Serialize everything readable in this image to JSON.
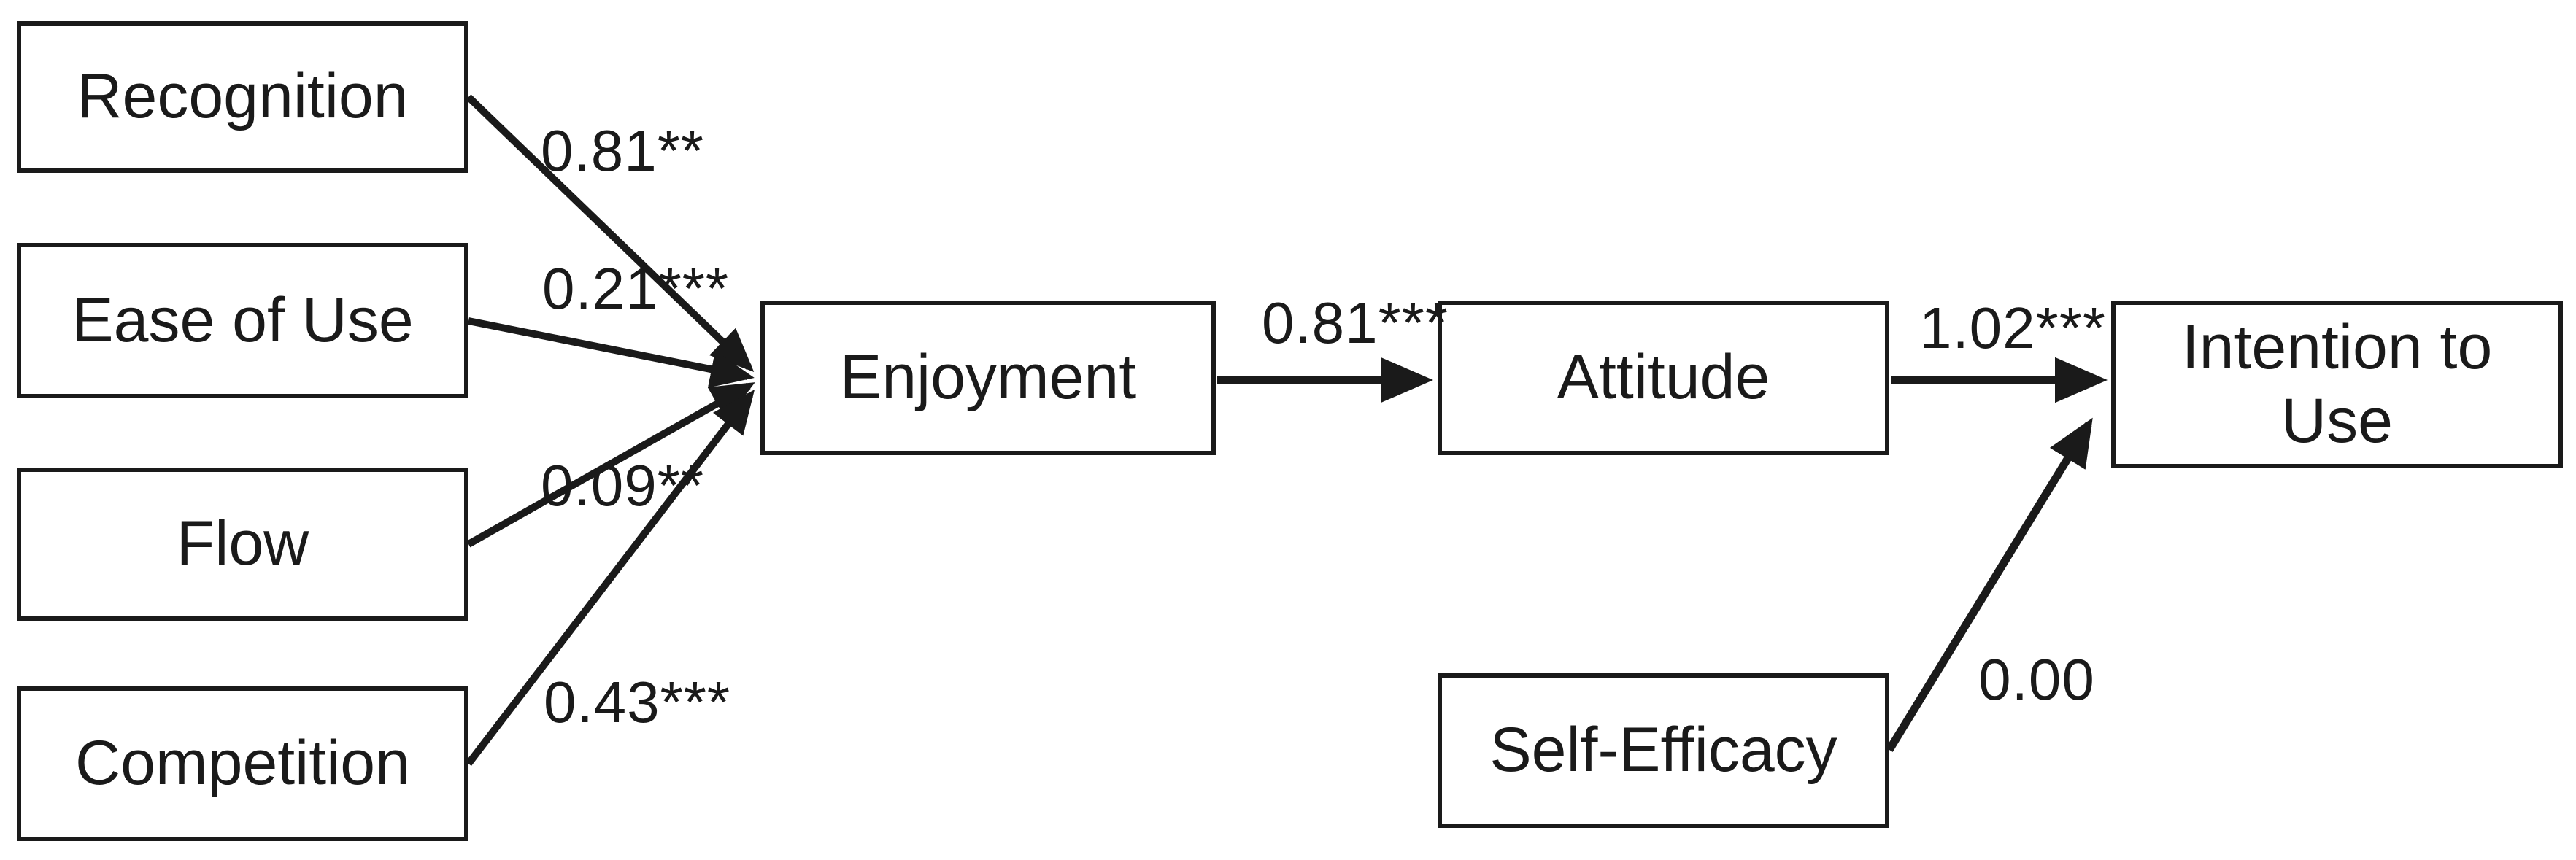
{
  "diagram": {
    "background_color": "#ffffff",
    "line_color": "#1a1a1a",
    "nodes": [
      {
        "id": "recognition",
        "label": "Recognition"
      },
      {
        "id": "ease-of-use",
        "label": "Ease of Use"
      },
      {
        "id": "flow",
        "label": "Flow"
      },
      {
        "id": "competition",
        "label": "Competition"
      },
      {
        "id": "enjoyment",
        "label": "Enjoyment"
      },
      {
        "id": "attitude",
        "label": "Attitude"
      },
      {
        "id": "intention-to-use",
        "label": "Intention to Use"
      },
      {
        "id": "self-efficacy",
        "label": "Self-Efficacy"
      }
    ],
    "edges": [
      {
        "from": "recognition",
        "to": "enjoyment",
        "label": "0.81**"
      },
      {
        "from": "ease-of-use",
        "to": "enjoyment",
        "label": "0.21***"
      },
      {
        "from": "flow",
        "to": "enjoyment",
        "label": "0.09**"
      },
      {
        "from": "competition",
        "to": "enjoyment",
        "label": "0.43***"
      },
      {
        "from": "enjoyment",
        "to": "attitude",
        "label": "0.81***"
      },
      {
        "from": "attitude",
        "to": "intention-to-use",
        "label": "1.02***"
      },
      {
        "from": "self-efficacy",
        "to": "intention-to-use",
        "label": "0.00"
      }
    ]
  }
}
